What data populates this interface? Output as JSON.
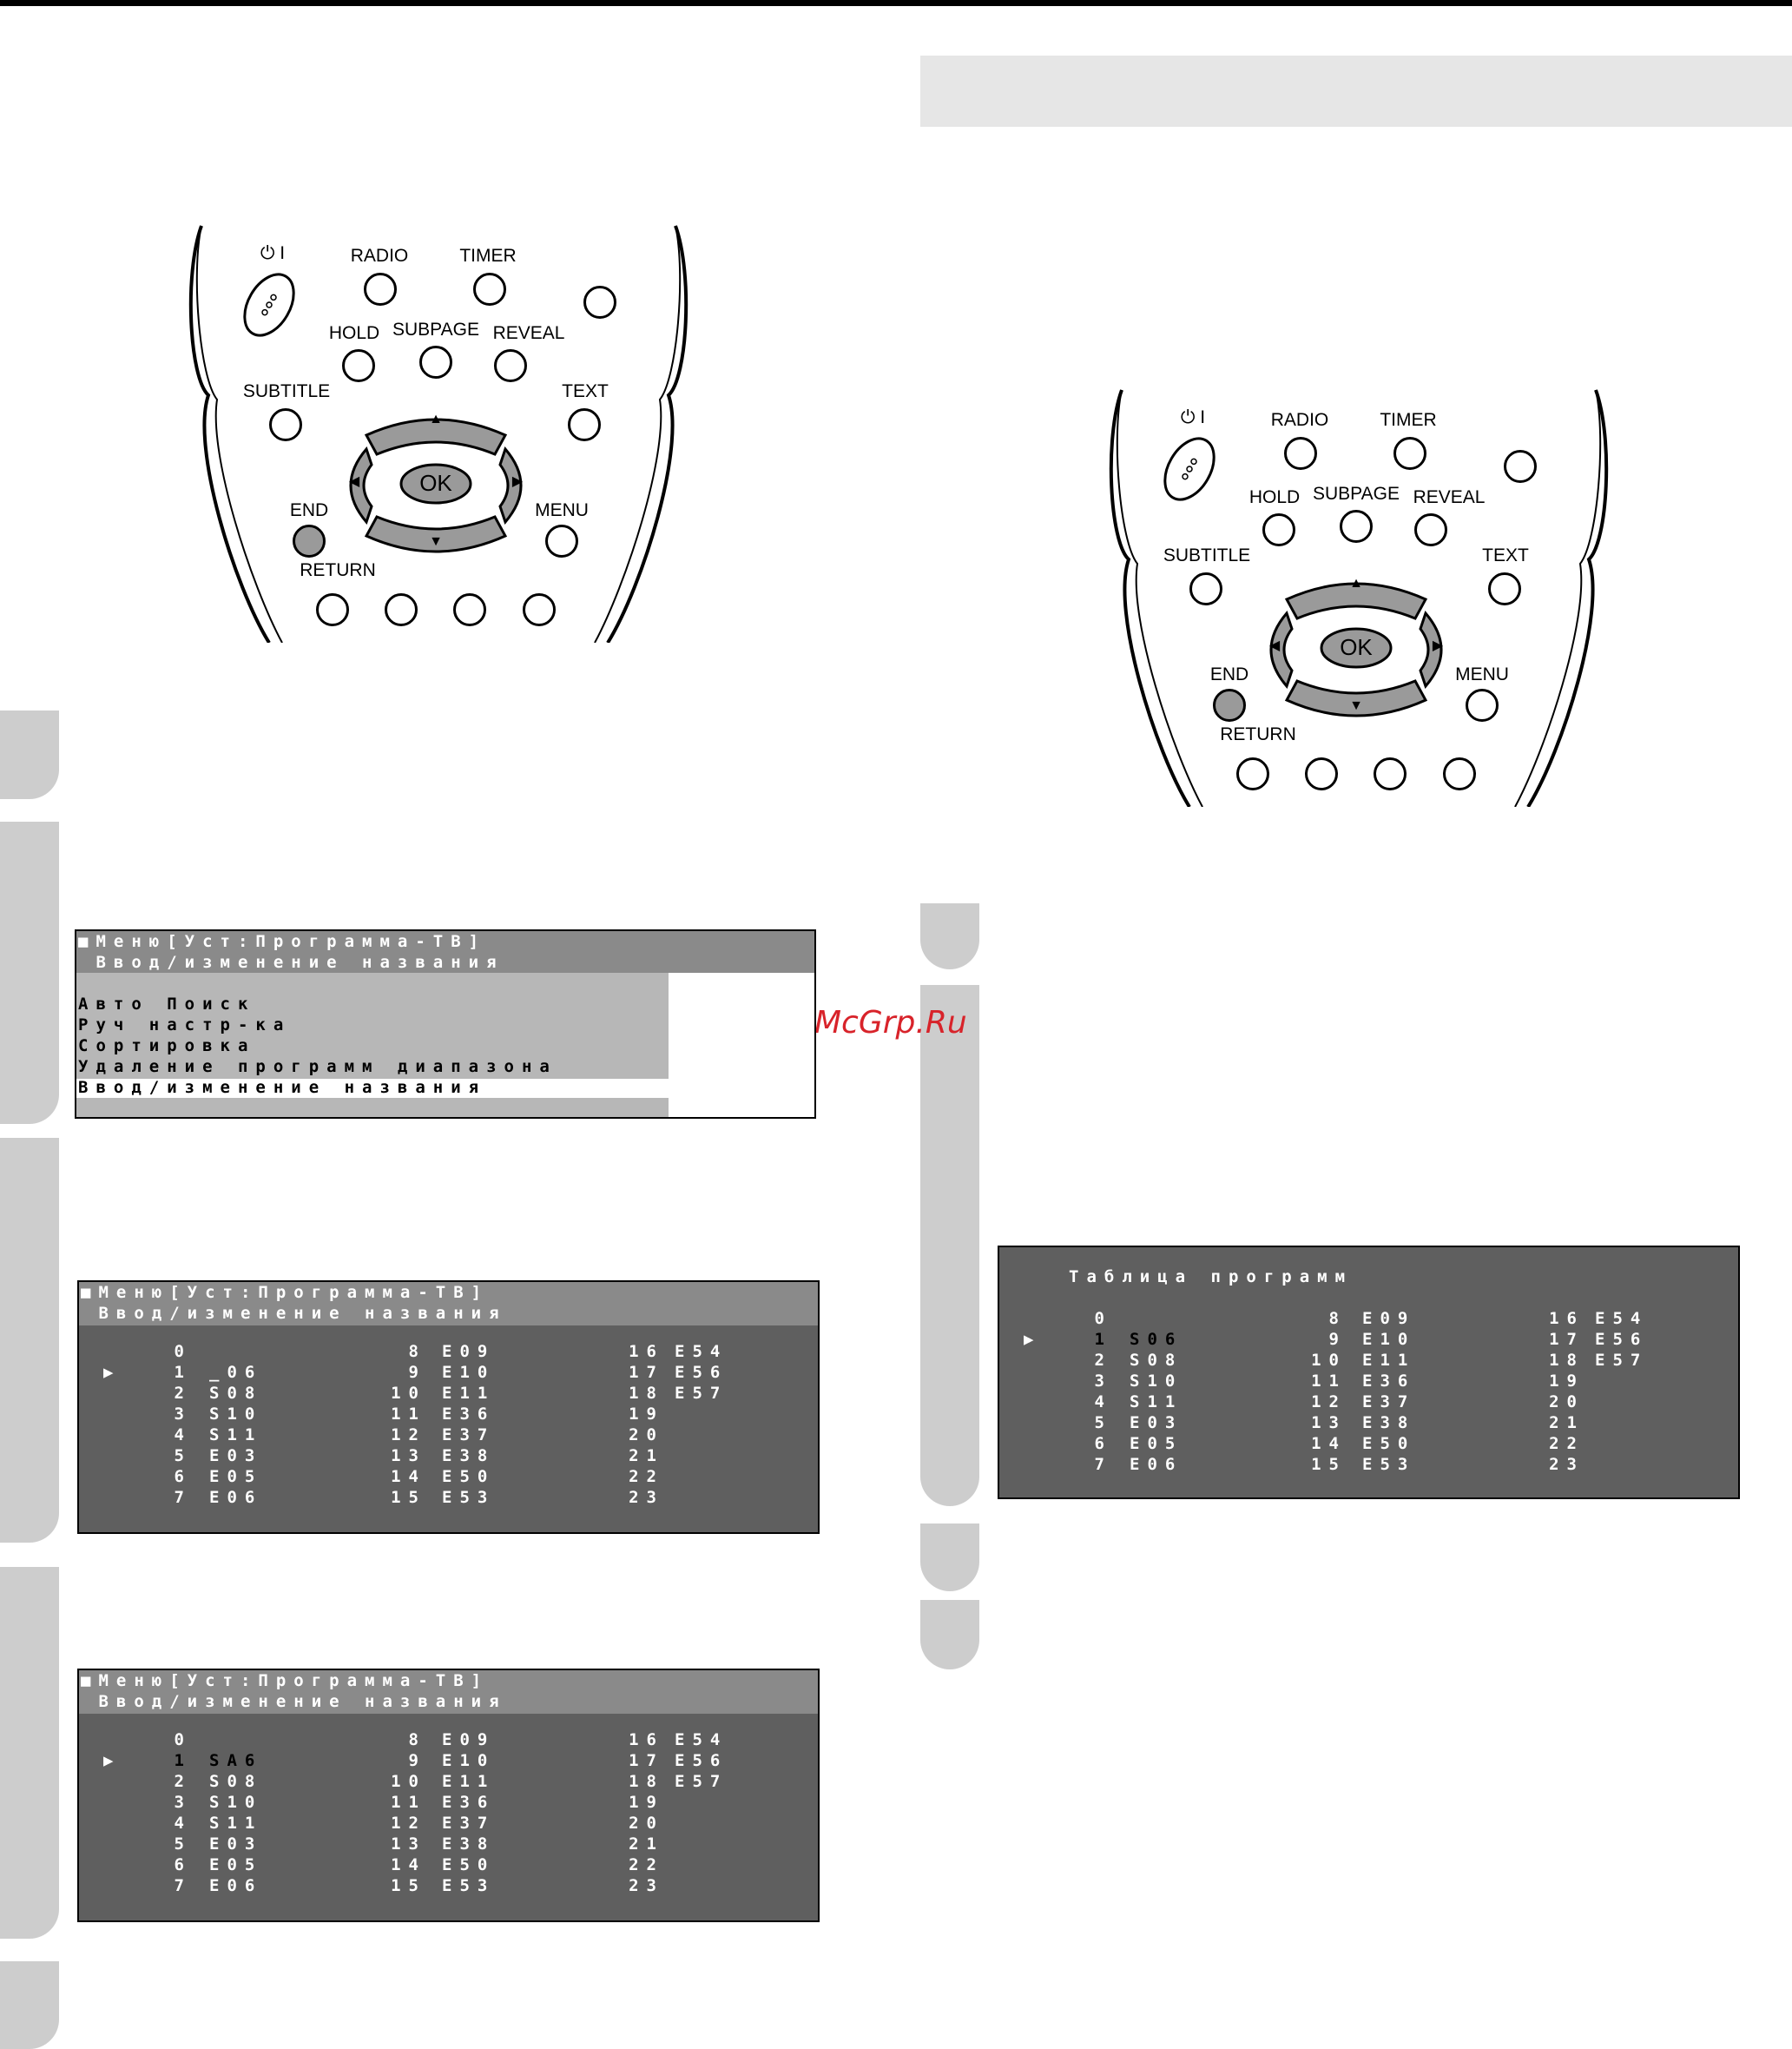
{
  "watermark": "McGrp.Ru",
  "remote": {
    "power_label": "⏻ I",
    "radio": "RADIO",
    "timer": "TIMER",
    "hold": "HOLD",
    "subpage": "SUBPAGE",
    "reveal": "REVEAL",
    "subtitle": "SUBTITLE",
    "text": "TEXT",
    "ok": "OK",
    "end": "END",
    "menu": "MENU",
    "return": "RETURN",
    "up": "▲",
    "down": "▼",
    "left": "◀",
    "right": "▶"
  },
  "menu_screen": {
    "title": "■Меню[Уст:Программа-ТВ]",
    "subtitle": " Ввод/изменение названия",
    "items": [
      "Авто Поиск",
      "Руч настр-ка",
      "Сортировка",
      "Удаление программ диапазона",
      "Ввод/изменение названия"
    ],
    "selected": "Ввод/изменение названия"
  },
  "edit_screen_1": {
    "title": "■Меню[Уст:Программа-ТВ]",
    "subtitle": " Ввод/изменение названия",
    "cursor": "▶",
    "col1": [
      "0",
      "1",
      "2",
      "3",
      "4",
      "5",
      "6",
      "7"
    ],
    "col1_names": [
      "",
      "_06",
      "S08",
      "S10",
      "S11",
      "E03",
      "E05",
      "E06"
    ],
    "col2": [
      "8",
      "9",
      "10",
      "11",
      "12",
      "13",
      "14",
      "15"
    ],
    "col2_names": [
      "E09",
      "E10",
      "E11",
      "E36",
      "E37",
      "E38",
      "E50",
      "E53"
    ],
    "col3": [
      "16",
      "17",
      "18",
      "19",
      "20",
      "21",
      "22",
      "23"
    ],
    "col3_names": [
      "E54",
      "E56",
      "E57",
      "",
      "",
      "",
      "",
      ""
    ]
  },
  "edit_screen_2": {
    "title": "■Меню[Уст:Программа-ТВ]",
    "subtitle": " Ввод/изменение названия",
    "cursor": "▶",
    "col1": [
      "0",
      "1",
      "2",
      "3",
      "4",
      "5",
      "6",
      "7"
    ],
    "col1_names": [
      "",
      "SA6",
      "S08",
      "S10",
      "S11",
      "E03",
      "E05",
      "E06"
    ],
    "col2": [
      "8",
      "9",
      "10",
      "11",
      "12",
      "13",
      "14",
      "15"
    ],
    "col2_names": [
      "E09",
      "E10",
      "E11",
      "E36",
      "E37",
      "E38",
      "E50",
      "E53"
    ],
    "col3": [
      "16",
      "17",
      "18",
      "19",
      "20",
      "21",
      "22",
      "23"
    ],
    "col3_names": [
      "E54",
      "E56",
      "E57",
      "",
      "",
      "",
      "",
      ""
    ]
  },
  "program_table": {
    "title": "Таблица программ",
    "cursor": "▶",
    "col1": [
      "0",
      "1",
      "2",
      "3",
      "4",
      "5",
      "6",
      "7"
    ],
    "col1_names": [
      "",
      "S06",
      "S08",
      "S10",
      "S11",
      "E03",
      "E05",
      "E06"
    ],
    "col2": [
      "8",
      "9",
      "10",
      "11",
      "12",
      "13",
      "14",
      "15"
    ],
    "col2_names": [
      "E09",
      "E10",
      "E11",
      "E36",
      "E37",
      "E38",
      "E50",
      "E53"
    ],
    "col3": [
      "16",
      "17",
      "18",
      "19",
      "20",
      "21",
      "22",
      "23"
    ],
    "col3_names": [
      "E54",
      "E56",
      "E57",
      "",
      "",
      "",
      "",
      ""
    ]
  }
}
